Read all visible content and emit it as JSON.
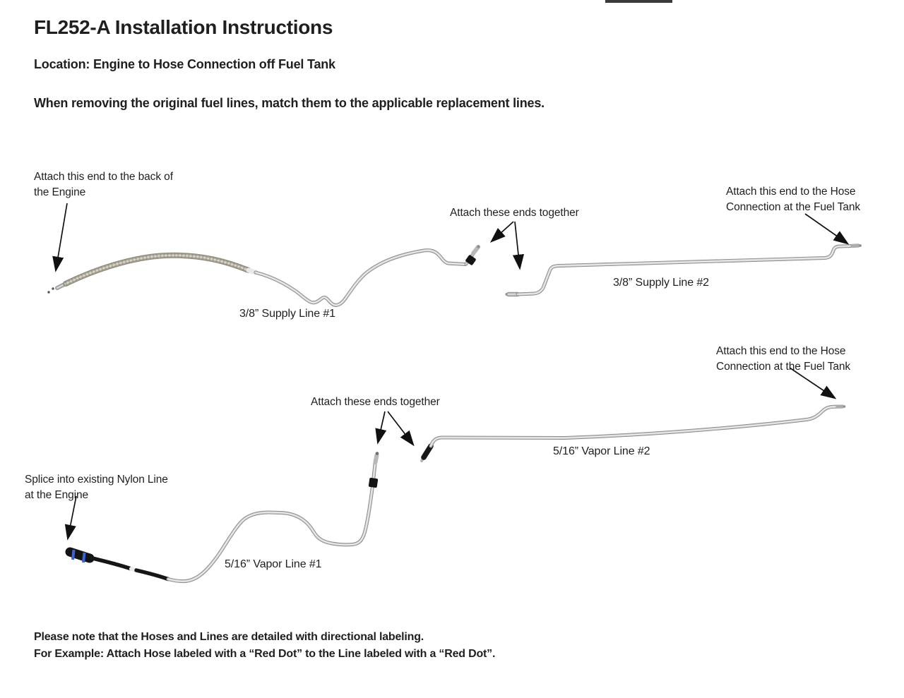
{
  "header": {
    "title": "FL252-A Installation Instructions",
    "location": "Location: Engine to Hose Connection off Fuel Tank",
    "instruction": "When removing the original fuel lines, match them to the applicable replacement lines."
  },
  "annotations": {
    "engine_end": {
      "line1": "Attach this end to the back of",
      "line2": "the Engine"
    },
    "ends_together_top": {
      "line1": "Attach these ends together"
    },
    "tank_end_top": {
      "line1": "Attach this end to the Hose",
      "line2": "Connection at the Fuel Tank"
    },
    "tank_end_bottom": {
      "line1": "Attach this end to the Hose",
      "line2": "Connection at the Fuel Tank"
    },
    "ends_together_bottom": {
      "line1": "Attach these ends together"
    },
    "splice_engine": {
      "line1": "Splice into existing Nylon Line",
      "line2": "at the Engine"
    }
  },
  "line_labels": {
    "supply_line_1": "3/8” Supply Line #1",
    "supply_line_2": "3/8” Supply Line #2",
    "vapor_line_1": "5/16” Vapor Line #1",
    "vapor_line_2": "5/16” Vapor Line #2"
  },
  "footer": {
    "note_line1": "Please note that the Hoses and Lines are detailed with directional labeling.",
    "note_line2": "For Example: Attach Hose labeled with a “Red Dot” to the Line labeled with a “Red Dot”."
  },
  "colors": {
    "text": "#1f1f1f",
    "tube_silver": "#cccccc",
    "tube_edge": "#8f8f8f",
    "braided_hose": "#b3aca0",
    "nylon_hose_black": "#161616",
    "connector_blue": "#3d63d8",
    "arrow_black": "#111111",
    "background": "#ffffff"
  }
}
